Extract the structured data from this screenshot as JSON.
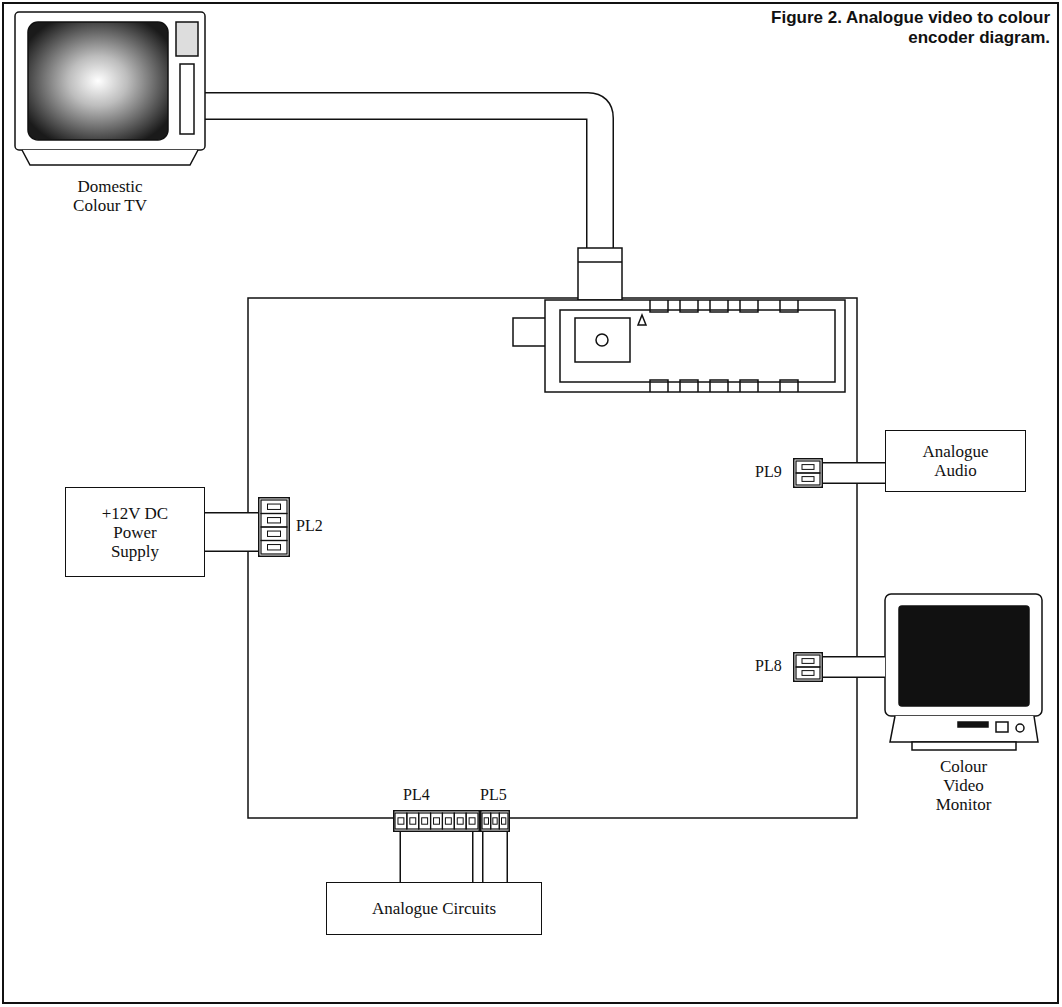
{
  "diagram": {
    "title": "Figure 2. Analogue video to colour encoder diagram.",
    "nodes": [
      {
        "text": [
          "Domestic Colour TV"
        ]
      },
      {
        "text": [
          "+12V DC Power Supply"
        ]
      },
      {
        "text": [
          "PL2"
        ]
      },
      {
        "text": [
          "PL9"
        ]
      },
      {
        "text": [
          "Analogue Audio"
        ]
      },
      {
        "text": [
          "PL8"
        ]
      },
      {
        "text": [
          "Colour Video Monitor"
        ]
      },
      {
        "text": [
          "PL4"
        ]
      },
      {
        "text": [
          "PL5"
        ]
      },
      {
        "text": [
          "Analogue Circuits"
        ]
      }
    ],
    "edges": [
      {
        "from": 1,
        "to": 2,
        "arrow": "none"
      },
      {
        "from": 3,
        "to": 4,
        "arrow": "none"
      },
      {
        "from": 5,
        "to": 6,
        "arrow": "none"
      },
      {
        "from": 7,
        "to": 9,
        "arrow": "none"
      },
      {
        "from": 8,
        "to": 9,
        "arrow": "none"
      }
    ]
  }
}
